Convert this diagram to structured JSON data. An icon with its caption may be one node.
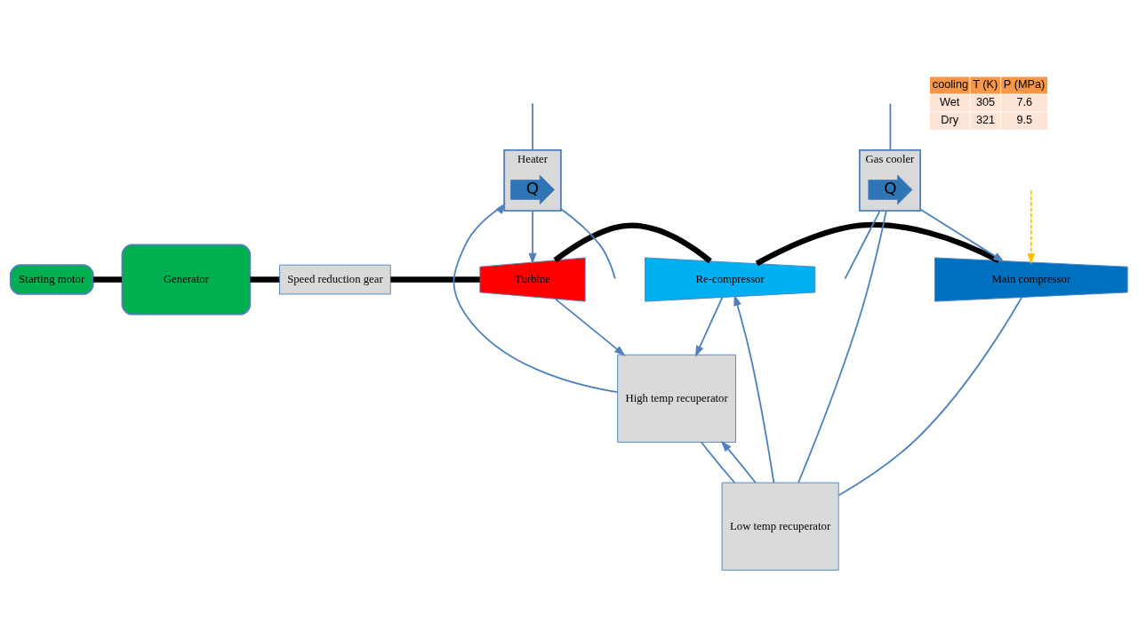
{
  "diagram": {
    "nodes": [
      {
        "text": [
          "Starting motor"
        ]
      },
      {
        "text": [
          "Generator"
        ]
      },
      {
        "text": [
          "Speed reduction gear"
        ]
      },
      {
        "text": [
          "Turbine"
        ]
      },
      {
        "text": [
          "Re-compressor"
        ]
      },
      {
        "text": [
          "Main compressor"
        ]
      },
      {
        "text": [
          "Heater"
        ]
      },
      {
        "text": [
          "Q"
        ],
        "in": 6
      },
      {
        "text": [
          "High temp recuperator"
        ]
      },
      {
        "text": [
          "Low temp recuperator"
        ]
      },
      {
        "text": [
          "Gas cooler"
        ]
      },
      {
        "text": [
          "Q"
        ],
        "in": 10
      }
    ],
    "edges": [
      {
        "from": 0,
        "to": 1,
        "arrow": "none",
        "style": "thick",
        "color": "#000000"
      },
      {
        "from": 1,
        "to": 2,
        "arrow": "none",
        "style": "thick",
        "color": "#000000"
      },
      {
        "from": 2,
        "to": 3,
        "arrow": "none",
        "style": "thick",
        "color": "#000000"
      },
      {
        "from": 3,
        "to": 4,
        "arrow": "none",
        "style": "thick",
        "color": "#000000"
      },
      {
        "from": 4,
        "to": 5,
        "arrow": "none",
        "style": "thick",
        "color": "#000000"
      },
      {
        "from": 6,
        "to": 3,
        "arrow": "to"
      },
      {
        "from": 3,
        "to": 8,
        "arrow": "to"
      },
      {
        "from": 8,
        "to": 9,
        "arrow": "none"
      },
      {
        "from": 9,
        "to": 10,
        "arrow": "none"
      },
      {
        "from": 10,
        "to": 5,
        "arrow": "to"
      },
      {
        "from": 9,
        "to": 4,
        "arrow": "to"
      },
      {
        "from": 5,
        "to": 9,
        "arrow": "none"
      },
      {
        "from": 9,
        "to": 8,
        "arrow": "to"
      },
      {
        "from": 4,
        "to": 8,
        "arrow": "to"
      },
      {
        "from": 8,
        "to": 6,
        "arrow": "to"
      },
      {
        "from": null,
        "to": 6,
        "arrow": "none"
      },
      {
        "from": 6,
        "to": null,
        "arrow": "none"
      },
      {
        "from": null,
        "to": 10,
        "arrow": "none"
      },
      {
        "from": 10,
        "to": null,
        "arrow": "none"
      },
      {
        "from": null,
        "to": 5,
        "arrow": "to",
        "style": "dashed",
        "color": "#ffc000"
      }
    ],
    "labels": [
      "cooling",
      "T (K)",
      "P (MPa)",
      "Wet",
      "305",
      "7.6",
      "Dry",
      "321",
      "9.5"
    ]
  }
}
